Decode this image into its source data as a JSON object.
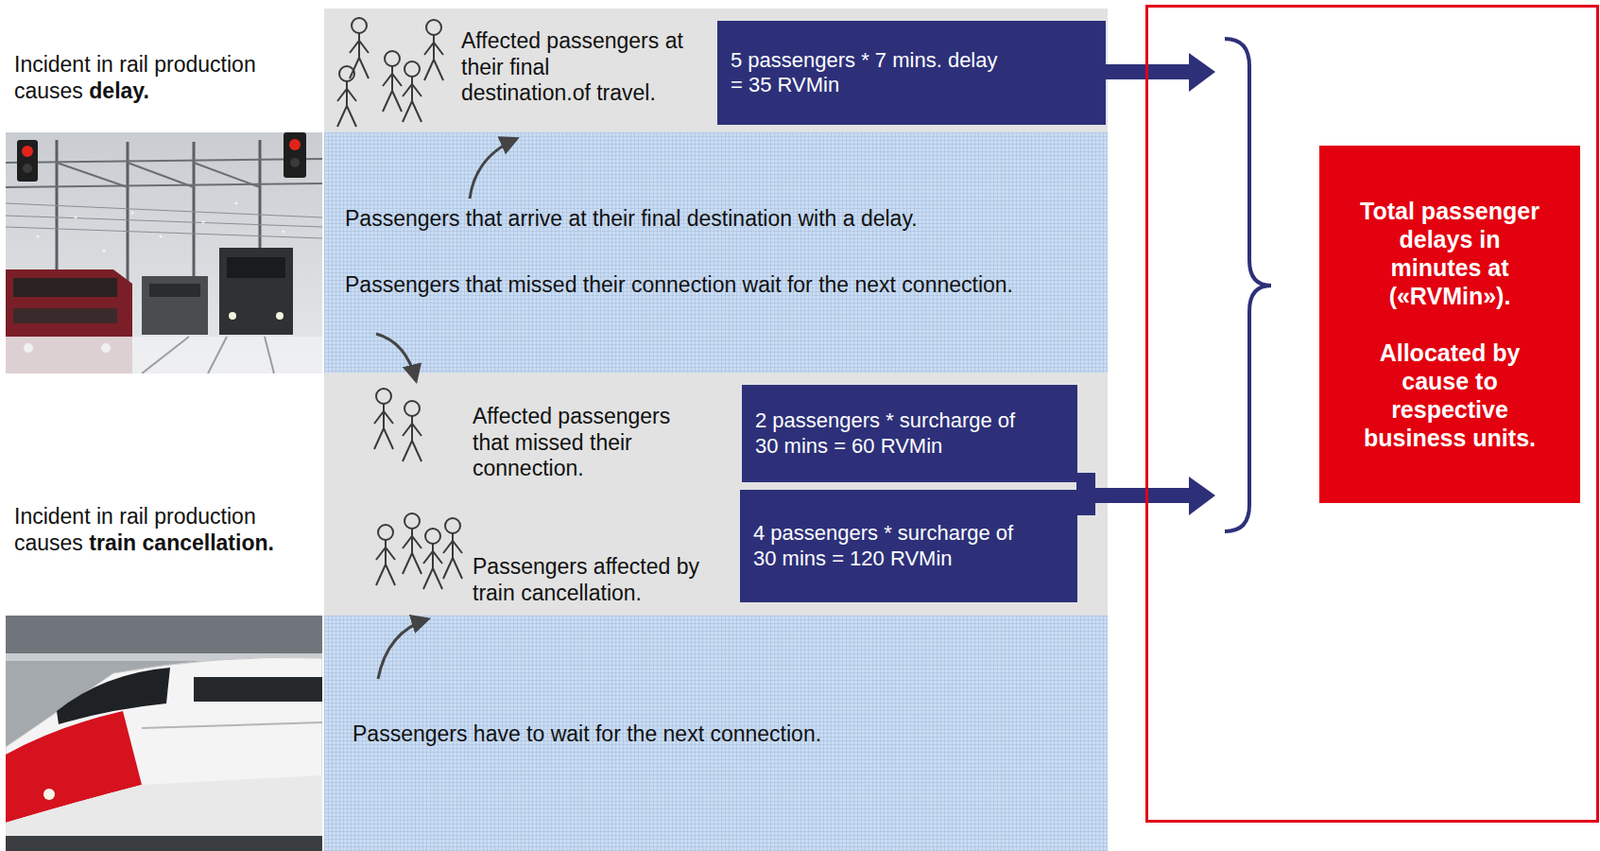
{
  "diagram": {
    "nodes": [
      {
        "text": [
          "5 passengers * 7 mins. delay = 35 RVMin"
        ]
      },
      {
        "text": [
          "Passengers that arrive at their final destination with a delay.",
          "Passengers that missed their connection wait for the next connection."
        ]
      },
      {
        "text": [
          "2 passengers * surcharge of 30 mins = 60 RVMin"
        ]
      },
      {
        "text": [
          "4 passengers * surcharge of 30 mins = 120 RVMin"
        ]
      },
      {
        "text": [
          "Passengers have to wait for the next connection."
        ]
      },
      {
        "text": [
          "Total passenger delays in minutes at («RVMin»).",
          "Allocated by cause to respective business units."
        ]
      }
    ],
    "labels": [
      "Incident in rail production causes",
      "delay.",
      "Affected passengers at their final destination.of travel.",
      "Affected passengers that missed their connection.",
      "Passengers affected by train cancellation.",
      "Incident in rail production causes",
      "train cancellation."
    ]
  }
}
